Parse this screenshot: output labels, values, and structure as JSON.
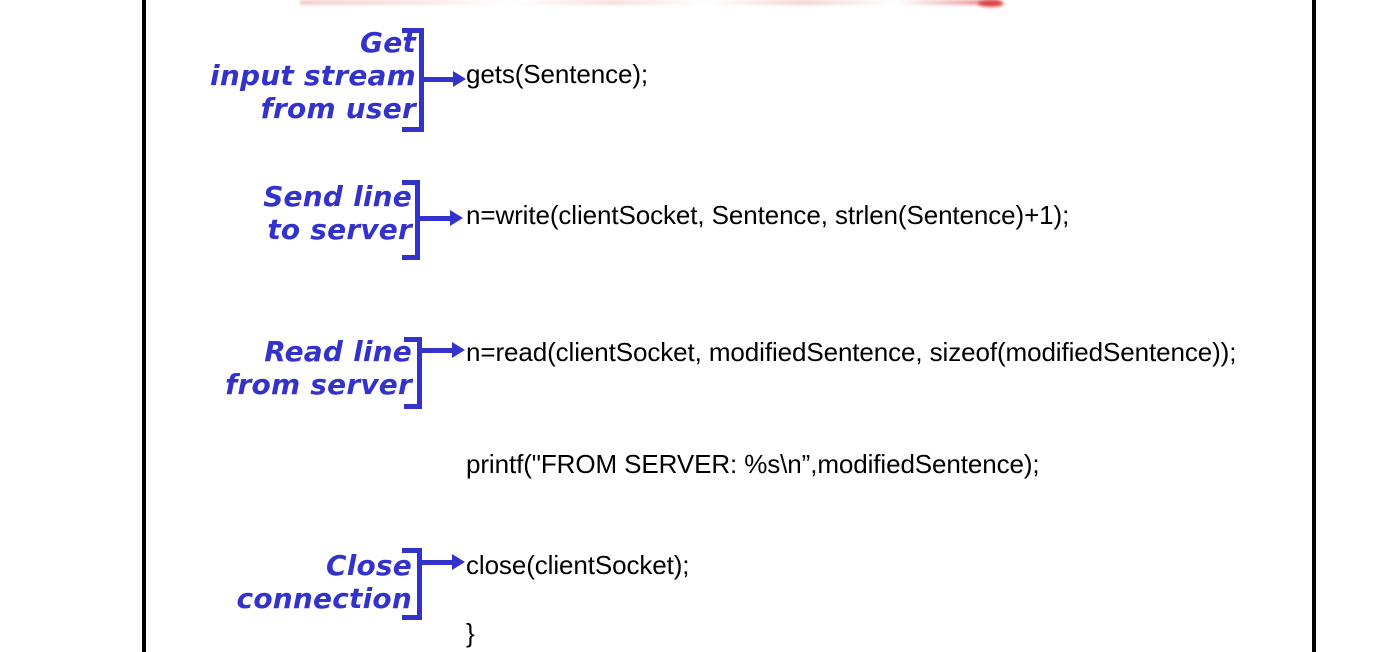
{
  "slide": {
    "background_color": "#ffffff",
    "border_color": "#000000",
    "accent_color": "#3333CC",
    "code_color": "#000000"
  },
  "steps": [
    {
      "label_lines": [
        "Get",
        "input stream",
        "from user"
      ],
      "code": "gets(Sentence);"
    },
    {
      "label_lines": [
        "Send line",
        "to server"
      ],
      "code": "n=write(clientSocket, Sentence, strlen(Sentence)+1);"
    },
    {
      "label_lines": [
        "Read line",
        "from server"
      ],
      "code": "n=read(clientSocket, modifiedSentence, sizeof(modifiedSentence));"
    },
    {
      "label_lines": [
        "Close",
        "connection"
      ],
      "code": "close(clientSocket);"
    }
  ],
  "standalone_code": [
    "printf(\"FROM SERVER: %s\\n”,modifiedSentence);",
    "}"
  ],
  "labels": {
    "step1_line1": "Get",
    "step1_line2": "input stream",
    "step1_line3": "from user",
    "step2_line1": "Send line",
    "step2_line2": "to server",
    "step3_line1": "Read line",
    "step3_line2": "from server",
    "step4_line1": "Close",
    "step4_line2": "connection"
  },
  "code_lines": {
    "gets": "gets(Sentence);",
    "write": "n=write(clientSocket, Sentence, strlen(Sentence)+1);",
    "read": "n=read(clientSocket, modifiedSentence, sizeof(modifiedSentence));",
    "printf": "printf(\"FROM SERVER: %s\\n”,modifiedSentence);",
    "close": "close(clientSocket);",
    "closing_brace": "}"
  }
}
